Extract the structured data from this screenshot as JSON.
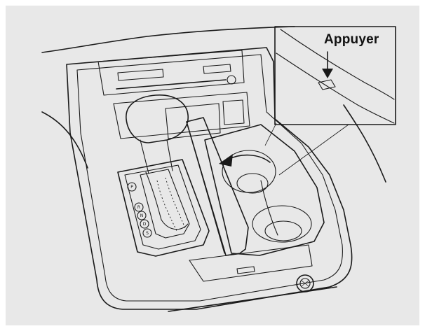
{
  "callout": {
    "label": "Appuyer"
  },
  "gear_positions": [
    "P",
    "R",
    "N",
    "D",
    "S"
  ],
  "colors": {
    "background": "#e8e8e8",
    "console": "#eeeeee",
    "tray": "#f7f7f7",
    "callout_box": "#ffffff",
    "line": "#1a1a1a"
  }
}
